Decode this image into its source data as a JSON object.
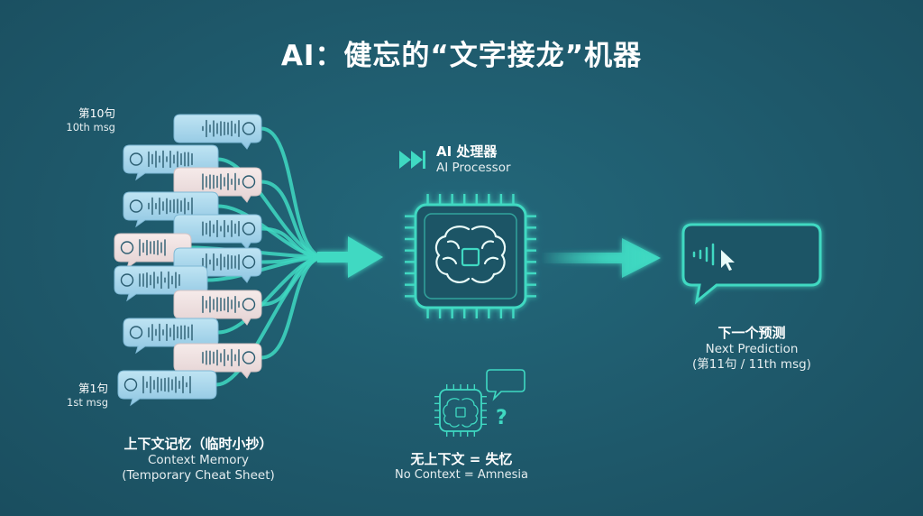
{
  "title": "AI：健忘的“文字接龙”机器",
  "chat_history": {
    "top_label_zh": "第10句",
    "top_label_en": "10th msg",
    "bottom_label_zh": "第1句",
    "bottom_label_en": "1st msg",
    "caption_zh": "上下文记忆（临时小抄）",
    "caption_en": "Context Memory",
    "caption_en2": "(Temporary Cheat Sheet)"
  },
  "processor": {
    "label_zh": "AI 处理器",
    "label_en": "AI Processor"
  },
  "amnesia": {
    "label_zh": "无上下文 = 失忆",
    "label_en": "No Context = Amnesia"
  },
  "prediction": {
    "label_zh": "下一个预测",
    "label_en": "Next Prediction",
    "label_en2": "(第11句 / 11th msg)"
  },
  "icons": {
    "fast_forward": "fast-forward-icon",
    "brain": "brain-icon",
    "chip": "chip-icon",
    "cursor": "cursor-icon",
    "audio_wave": "audio-wave-icon",
    "question": "question-icon"
  },
  "colors": {
    "background": "#1f5a6c",
    "accent": "#3fd9c2",
    "bubble_blue": "#a9d6ec",
    "bubble_pink": "#f1e2e2"
  }
}
